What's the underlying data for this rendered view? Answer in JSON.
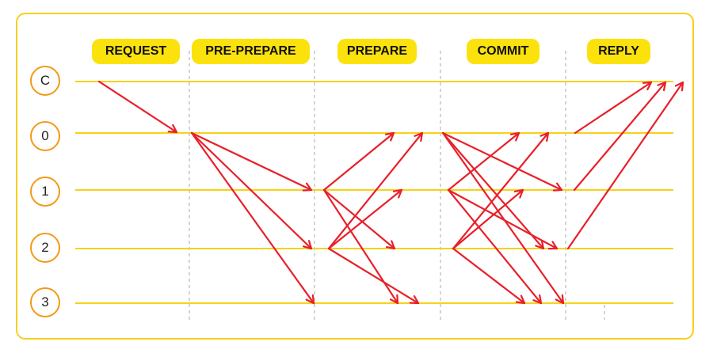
{
  "phases": [
    {
      "id": "request",
      "label": "REQUEST"
    },
    {
      "id": "pre-prepare",
      "label": "PRE-PREPARE"
    },
    {
      "id": "prepare",
      "label": "PREPARE"
    },
    {
      "id": "commit",
      "label": "COMMIT"
    },
    {
      "id": "reply",
      "label": "REPLY"
    }
  ],
  "nodes": [
    {
      "id": "c",
      "label": "C"
    },
    {
      "id": "0",
      "label": "0"
    },
    {
      "id": "1",
      "label": "1"
    },
    {
      "id": "2",
      "label": "2"
    },
    {
      "id": "3",
      "label": "3"
    }
  ],
  "colors": {
    "frame": "#f7cf1e",
    "timeline": "#f7d21a",
    "phase_fill": "#fbe20d",
    "node_border": "#f29a16",
    "arrow": "#e8202a",
    "divider": "#bdbdbd"
  },
  "messages": [
    {
      "phase": "request",
      "from": "c",
      "to": "0"
    },
    {
      "phase": "pre-prepare",
      "from": "0",
      "to": "1"
    },
    {
      "phase": "pre-prepare",
      "from": "0",
      "to": "2"
    },
    {
      "phase": "pre-prepare",
      "from": "0",
      "to": "3"
    },
    {
      "phase": "prepare",
      "from": "1",
      "to": "0"
    },
    {
      "phase": "prepare",
      "from": "1",
      "to": "2"
    },
    {
      "phase": "prepare",
      "from": "1",
      "to": "3"
    },
    {
      "phase": "prepare",
      "from": "2",
      "to": "0"
    },
    {
      "phase": "prepare",
      "from": "2",
      "to": "1"
    },
    {
      "phase": "prepare",
      "from": "2",
      "to": "3"
    },
    {
      "phase": "commit",
      "from": "0",
      "to": "1"
    },
    {
      "phase": "commit",
      "from": "0",
      "to": "2"
    },
    {
      "phase": "commit",
      "from": "0",
      "to": "3"
    },
    {
      "phase": "commit",
      "from": "1",
      "to": "0"
    },
    {
      "phase": "commit",
      "from": "1",
      "to": "2"
    },
    {
      "phase": "commit",
      "from": "1",
      "to": "3"
    },
    {
      "phase": "commit",
      "from": "2",
      "to": "0"
    },
    {
      "phase": "commit",
      "from": "2",
      "to": "1"
    },
    {
      "phase": "commit",
      "from": "2",
      "to": "3"
    },
    {
      "phase": "reply",
      "from": "0",
      "to": "c"
    },
    {
      "phase": "reply",
      "from": "1",
      "to": "c"
    },
    {
      "phase": "reply",
      "from": "2",
      "to": "c"
    }
  ]
}
